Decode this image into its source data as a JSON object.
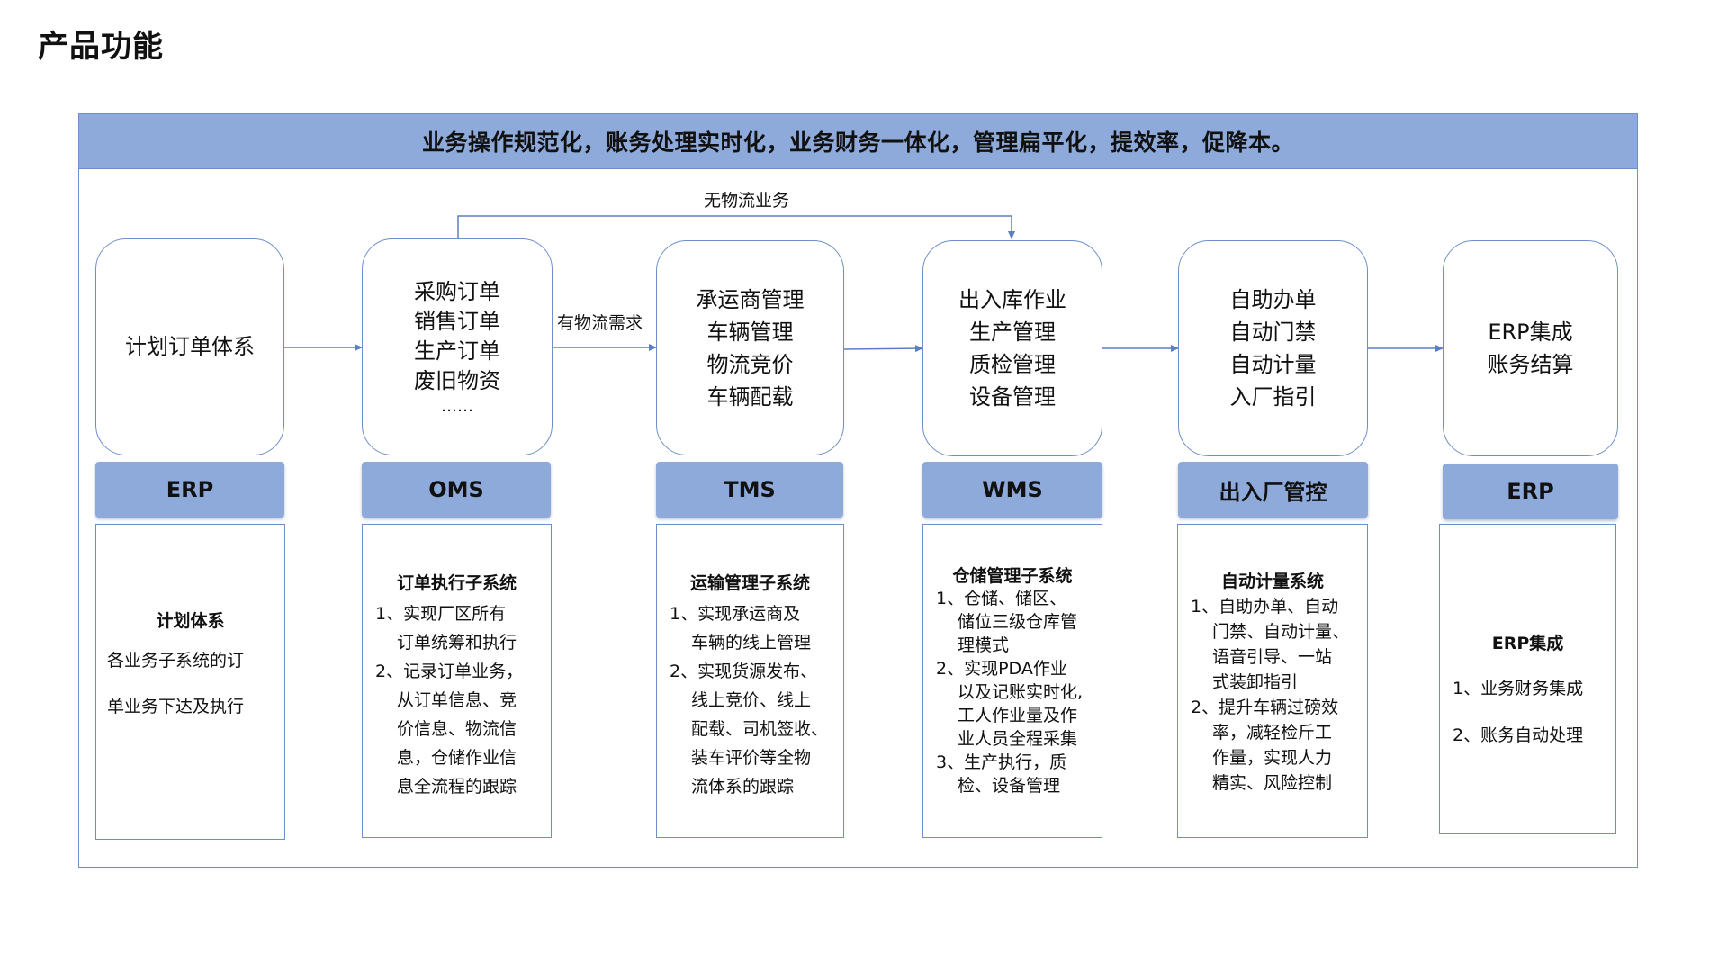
{
  "page_title": "产品功能",
  "banner": "业务操作规范化，账务处理实时化，业务财务一体化，管理扁平化，提效率，促降本。",
  "flow_labels": {
    "no_logistics": "无物流业务",
    "has_logistics": "有物流需求"
  },
  "colors": {
    "accent": "#8eaadb",
    "border": "#6f8fc8",
    "arrow": "#5b7fc4"
  },
  "stages": [
    {
      "lines": [
        "计划订单体系"
      ],
      "tag": "ERP",
      "detail": {
        "title": "计划体系",
        "paragraph": [
          "各业务子系统的订",
          "单业务下达及执行"
        ]
      }
    },
    {
      "lines": [
        "采购订单",
        "销售订单",
        "生产订单",
        "废旧物资",
        "……"
      ],
      "tag": "OMS",
      "detail": {
        "title": "订单执行子系统",
        "items": [
          {
            "num": "1、",
            "text": [
              "实现厂区所有",
              "订单统筹和执行"
            ]
          },
          {
            "num": "2、",
            "text": [
              "记录订单业务，",
              "从订单信息、竞",
              "价信息、物流信",
              "息，仓储作业信",
              "息全流程的跟踪"
            ]
          }
        ]
      }
    },
    {
      "lines": [
        "承运商管理",
        "车辆管理",
        "物流竞价",
        "车辆配载"
      ],
      "tag": "TMS",
      "detail": {
        "title": "运输管理子系统",
        "items": [
          {
            "num": "1、",
            "text": [
              "实现承运商及",
              "车辆的线上管理"
            ]
          },
          {
            "num": "2、",
            "text": [
              "实现货源发布、",
              "线上竞价、线上",
              "配载、司机签收、",
              "装车评价等全物",
              "流体系的跟踪"
            ]
          }
        ]
      }
    },
    {
      "lines": [
        "出入库作业",
        "生产管理",
        "质检管理",
        "设备管理"
      ],
      "tag": "WMS",
      "detail": {
        "title": "仓储管理子系统",
        "items": [
          {
            "num": "1、",
            "text": [
              "仓储、储区、",
              "储位三级仓库管",
              "理模式"
            ]
          },
          {
            "num": "2、",
            "text": [
              "实现PDA作业",
              "以及记账实时化,",
              "工人作业量及作",
              "业人员全程采集"
            ]
          },
          {
            "num": "3、",
            "text": [
              "生产执行，质",
              "检、设备管理"
            ]
          }
        ]
      }
    },
    {
      "lines": [
        "自助办单",
        "自动门禁",
        "自动计量",
        "入厂指引"
      ],
      "tag": "出入厂管控",
      "detail": {
        "title": "自动计量系统",
        "items": [
          {
            "num": "1、",
            "text": [
              "自助办单、自动",
              "门禁、自动计量、",
              "语音引导、一站",
              "式装卸指引"
            ]
          },
          {
            "num": "2、",
            "text": [
              "提升车辆过磅效",
              "率，减轻检斤工",
              "作量，实现人力",
              "精实、风险控制"
            ]
          }
        ]
      }
    },
    {
      "lines": [
        "ERP集成",
        "账务结算"
      ],
      "tag": "ERP",
      "detail": {
        "title": "ERP集成",
        "items": [
          {
            "num": "1、",
            "text": [
              "业务财务集成"
            ]
          },
          {
            "num": "2、",
            "text": [
              "账务自动处理"
            ]
          }
        ]
      }
    }
  ]
}
